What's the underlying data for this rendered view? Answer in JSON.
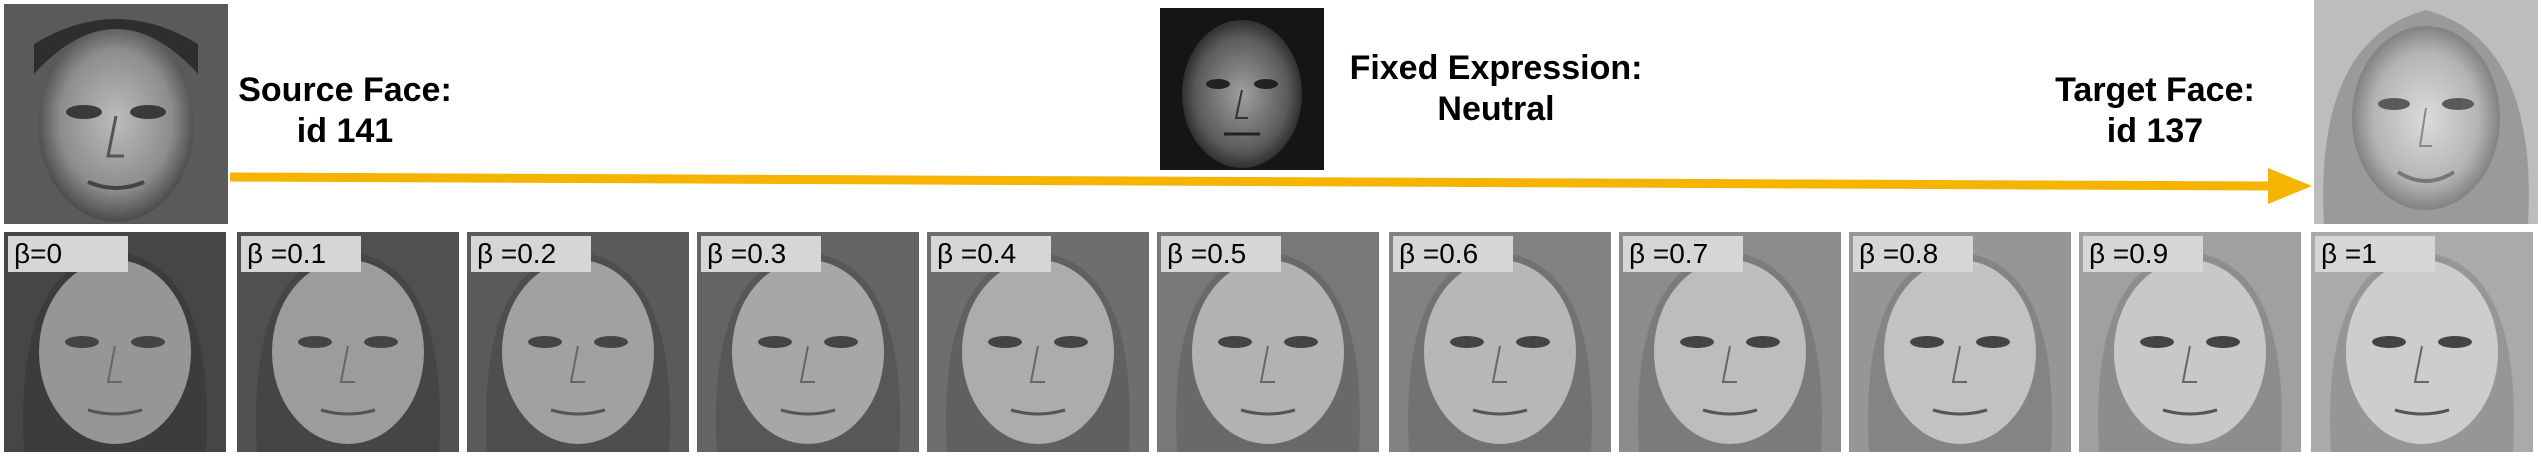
{
  "source": {
    "line1": "Source Face:",
    "line2": "id 141"
  },
  "expression": {
    "line1": "Fixed Expression:",
    "line2": "Neutral"
  },
  "target": {
    "line1": "Target Face:",
    "line2": "id 137"
  },
  "arrow_color": "#f5b400",
  "beta_labels": [
    "β=0",
    "β =0.1",
    "β =0.2",
    "β =0.3",
    "β =0.4",
    "β =0.5",
    "β =0.6",
    "β =0.7",
    "β =0.8",
    "β =0.9",
    "β =1"
  ]
}
